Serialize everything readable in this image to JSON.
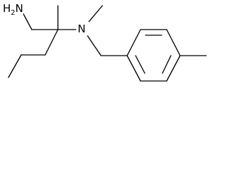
{
  "structure": {
    "atoms": [
      {
        "label": "H",
        "subscript": "2",
        "suffix": "N"
      },
      {
        "label": "N"
      }
    ]
  },
  "colors": {
    "bond": "#000000",
    "background": "#ffffff"
  }
}
